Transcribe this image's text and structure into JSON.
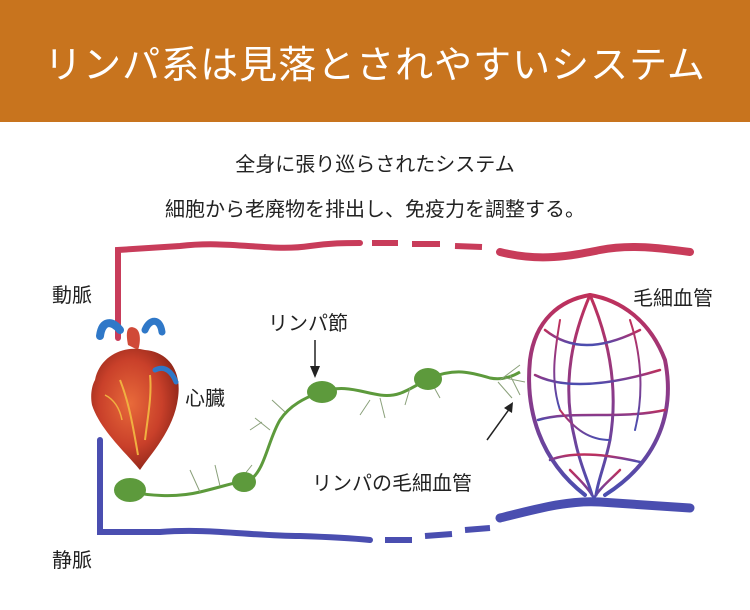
{
  "header": {
    "title": "リンパ系は見落とされやすいシステム"
  },
  "description": {
    "line1": "全身に張り巡らされたシステム",
    "line2": "細胞から老廃物を排出し、免疫力を調整する。"
  },
  "labels": {
    "artery": "動脈",
    "vein": "静脈",
    "heart": "心臓",
    "lymph_node": "リンパ節",
    "capillaries": "毛細血管",
    "lymph_capillaries": "リンパの毛細血管"
  },
  "colors": {
    "banner": "#c8741e",
    "artery": "#c83c5a",
    "vein": "#4a4eb0",
    "lymph": "#5d9a3c"
  }
}
